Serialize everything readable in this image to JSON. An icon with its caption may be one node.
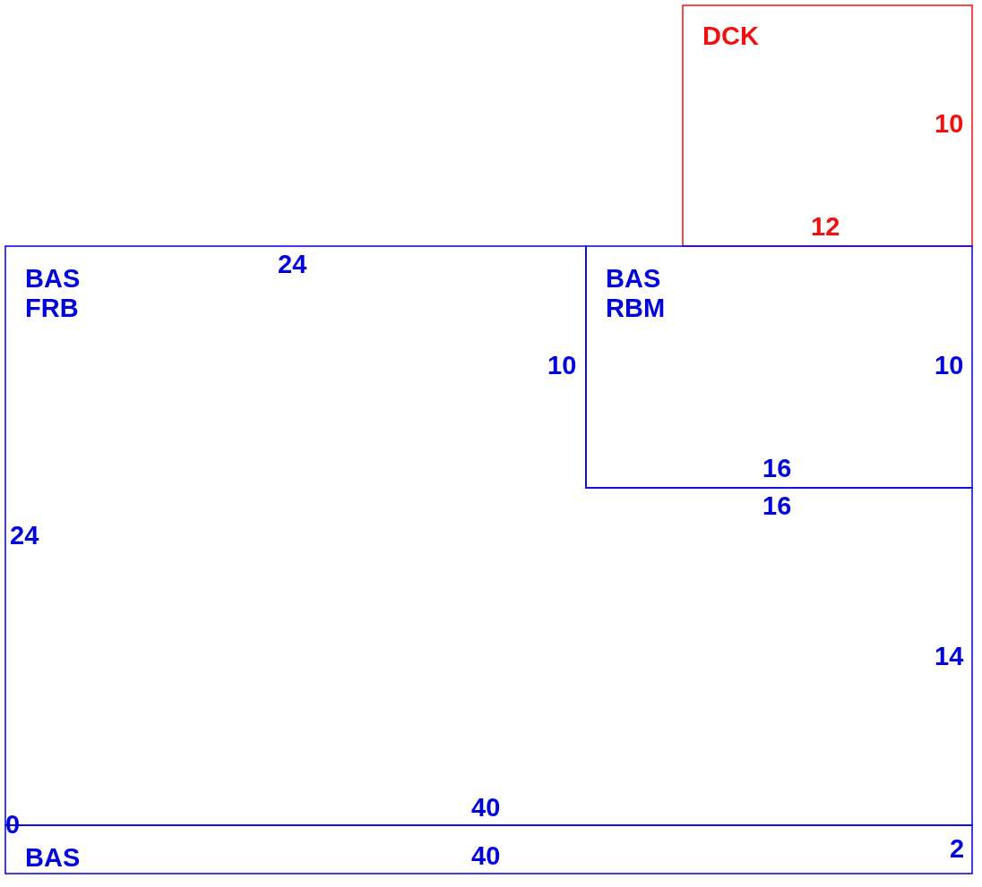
{
  "diagram": {
    "nodes": [
      {
        "text": [
          "DCK"
        ]
      },
      {
        "text": [
          "BAS FRB"
        ]
      },
      {
        "text": [
          "BAS RBM"
        ]
      },
      {
        "text": [
          "BAS"
        ]
      }
    ],
    "labels": [
      "10",
      "12",
      "24",
      "10",
      "10",
      "16",
      "16",
      "24",
      "14",
      "40",
      "0",
      "40",
      "2"
    ]
  }
}
